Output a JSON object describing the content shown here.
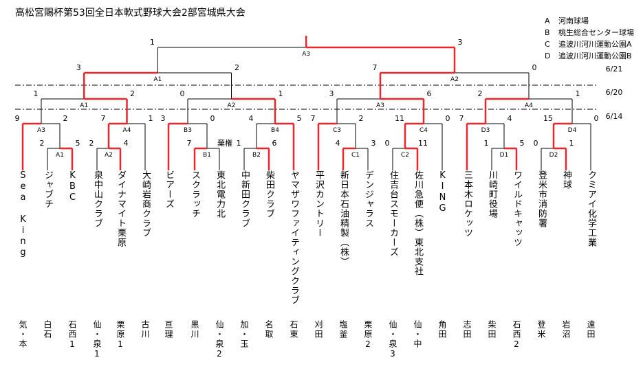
{
  "title": "高松宮賜杯第53回全日本軟式野球大会2部宮城県大会",
  "legend": [
    {
      "key": "A",
      "name": "河南球場"
    },
    {
      "key": "B",
      "name": "桃生総合センター球場"
    },
    {
      "key": "C",
      "name": "追波川河川運動公園A"
    },
    {
      "key": "D",
      "name": "追波川河川運動公園B"
    }
  ],
  "dates": [
    "6/21",
    "6/20",
    "6/14"
  ],
  "teams": [
    {
      "name": "Sea King",
      "region": "気・本"
    },
    {
      "name": "ジャブチ",
      "region": "白石"
    },
    {
      "name": "KBC",
      "region": "石西1"
    },
    {
      "name": "泉中山クラブ",
      "region": "仙・泉1"
    },
    {
      "name": "ダイナマイト栗原",
      "region": "栗原1"
    },
    {
      "name": "大崎岩商クラブ",
      "region": "古川"
    },
    {
      "name": "ビアーズ",
      "region": "亘理"
    },
    {
      "name": "スクラッチ",
      "region": "黒川"
    },
    {
      "name": "東北電力北",
      "region": "仙・泉2"
    },
    {
      "name": "中新田クラブ",
      "region": "加・玉"
    },
    {
      "name": "柴田クラブ",
      "region": "名取"
    },
    {
      "name": "ヤマザワファイティングクラブ",
      "region": "石東"
    },
    {
      "name": "平沢カントリー",
      "region": "刈田"
    },
    {
      "name": "新日本石油精製（株）",
      "region": "塩釜"
    },
    {
      "name": "デンジャラス",
      "region": "栗原2"
    },
    {
      "name": "住吉台スモーカーズ",
      "region": "仙・泉3"
    },
    {
      "name": "佐川急便（株）東北支社",
      "region": "仙・中"
    },
    {
      "name": "KING",
      "region": "角田"
    },
    {
      "name": "三本木ロケッツ",
      "region": "志田"
    },
    {
      "name": "川崎町役場",
      "region": "柴田"
    },
    {
      "name": "ワイルドキャッツ",
      "region": "石西2"
    },
    {
      "name": "登米市消防署",
      "region": "登米"
    },
    {
      "name": "神球",
      "region": "岩沼"
    },
    {
      "name": "クミアイ化学工業",
      "region": "遠田"
    }
  ],
  "venues": {
    "r1a": "A1",
    "r1b": "B1",
    "r1c": "C1",
    "r1d": "D1",
    "r2a": "A2",
    "r2b": "B2",
    "r2c": "C2",
    "r2d": "D2",
    "r3a3": "A3",
    "r3a4": "A4",
    "r3b3": "B3",
    "r3b4": "B4",
    "r3c3": "C3",
    "r3c4": "C4",
    "r3d3": "D3",
    "r3d4": "D4",
    "qfa1": "A1",
    "qfa2": "A2",
    "qfa3": "A3",
    "qfa4": "A4",
    "sf1": "A1",
    "sf2": "A2",
    "final": "A3"
  },
  "scores": {
    "r1a_l": "2",
    "r1a_r": "5",
    "r1b_l": "7",
    "r1b_r": "棄権",
    "r1c_l": "4",
    "r1c_r": "3",
    "r1d_l": "1",
    "r1d_r": "5",
    "r2a_l": "2",
    "r2a_r": "4",
    "r2b_l": "1",
    "r2b_r": "6",
    "r2c_l": "0",
    "r2c_r": "11",
    "r2d_l": "0",
    "r2d_r": "1",
    "r3a3_l": "9",
    "r3a3_r": "2",
    "r3a4_l": "7",
    "r3a4_r": "1",
    "r3b3_l": "3",
    "r3b3_r": "0",
    "r3b4_l": "4",
    "r3b4_r": "5",
    "r3c3_l": "7",
    "r3c3_r": "2",
    "r3c4_l": "11",
    "r3c4_r": "0",
    "r3d3_l": "7",
    "r3d3_r": "4",
    "r3d4_l": "15",
    "r3d4_r": "0",
    "qfa1_l": "1",
    "qfa1_r": "2",
    "qfa2_l": "0",
    "qfa2_r": "1",
    "qfa3_l": "3",
    "qfa3_r": "6",
    "qfa4_l": "2",
    "qfa4_r": "1",
    "sf1_l": "3",
    "sf1_r": "2",
    "sf2_l": "7",
    "sf2_r": "0",
    "final_l": "1",
    "final_r": "3"
  }
}
